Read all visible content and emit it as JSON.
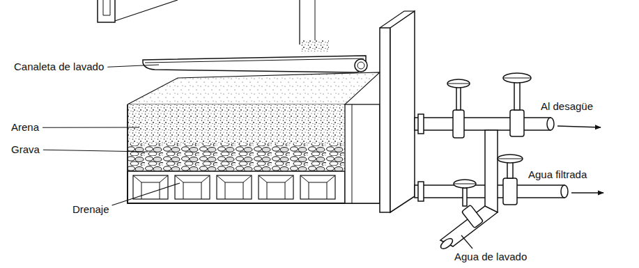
{
  "diagram": {
    "labels": [
      "Canaleta de lavado",
      "Arena",
      "Grava",
      "Drenaje",
      "Al desagüe",
      "Agua filtrada",
      "Agua de lavado"
    ]
  }
}
